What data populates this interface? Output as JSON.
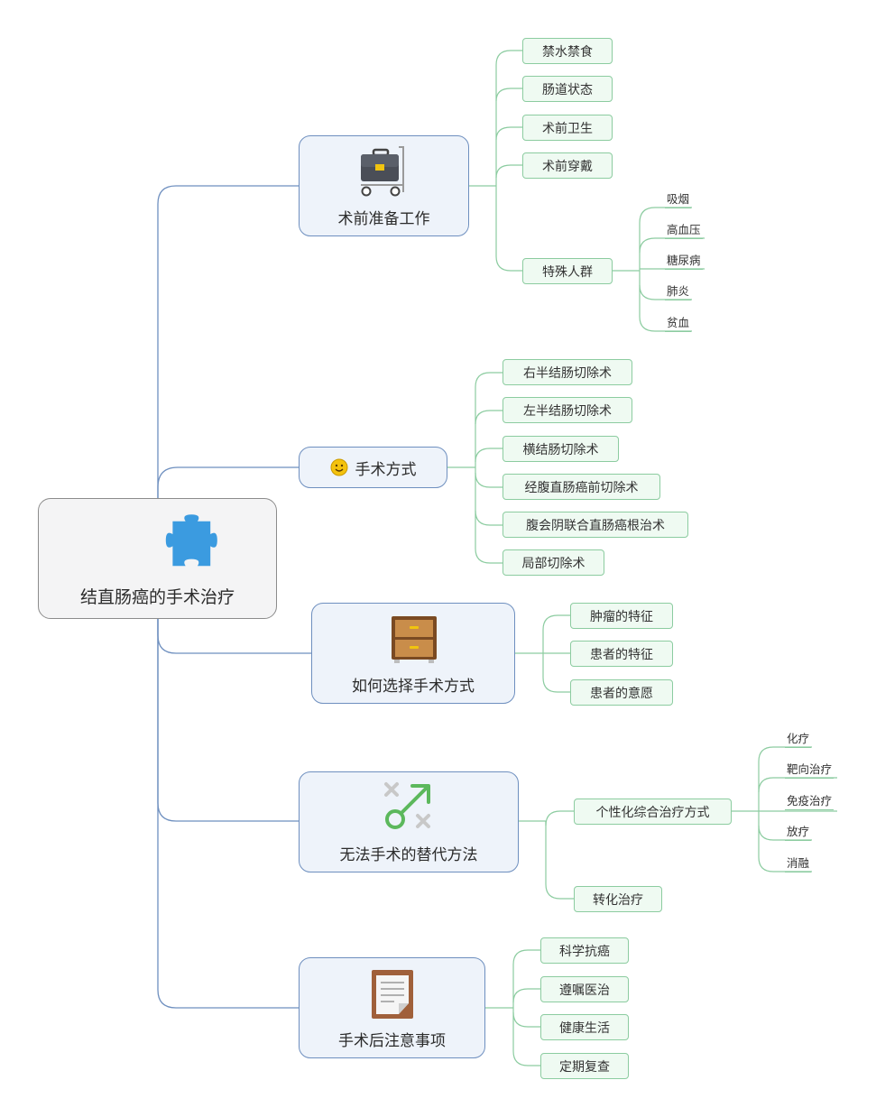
{
  "root": {
    "title": "结直肠癌的手术治疗",
    "icon": "puzzle-icon"
  },
  "branches": [
    {
      "title": "术前准备工作",
      "icon": "briefcase-cart-icon",
      "items": [
        {
          "label": "禁水禁食"
        },
        {
          "label": "肠道状态"
        },
        {
          "label": "术前卫生"
        },
        {
          "label": "术前穿戴"
        },
        {
          "label": "特殊人群",
          "children": [
            "吸烟",
            "高血压",
            "糖尿病",
            "肺炎",
            "贫血"
          ]
        }
      ]
    },
    {
      "title": "手术方式",
      "icon": "smiley-icon",
      "items": [
        {
          "label": "右半结肠切除术"
        },
        {
          "label": "左半结肠切除术"
        },
        {
          "label": "横结肠切除术"
        },
        {
          "label": "经腹直肠癌前切除术"
        },
        {
          "label": "腹会阴联合直肠癌根治术"
        },
        {
          "label": "局部切除术"
        }
      ]
    },
    {
      "title": "如何选择手术方式",
      "icon": "drawer-cabinet-icon",
      "items": [
        {
          "label": "肿瘤的特征"
        },
        {
          "label": "患者的特征"
        },
        {
          "label": "患者的意愿"
        }
      ]
    },
    {
      "title": "无法手术的替代方法",
      "icon": "strategy-arrow-icon",
      "items": [
        {
          "label": "个性化综合治疗方式",
          "children": [
            "化疗",
            "靶向治疗",
            "免疫治疗",
            "放疗",
            "消融"
          ]
        },
        {
          "label": "转化治疗"
        }
      ]
    },
    {
      "title": "手术后注意事项",
      "icon": "clipboard-notes-icon",
      "items": [
        {
          "label": "科学抗癌"
        },
        {
          "label": "遵嘱医治"
        },
        {
          "label": "健康生活"
        },
        {
          "label": "定期复查"
        }
      ]
    }
  ],
  "colors": {
    "root_line": "#6e8fbf",
    "leaf_line": "#8ccca0",
    "puzzle": "#3b9be0",
    "smiley": "#f4c20d"
  }
}
